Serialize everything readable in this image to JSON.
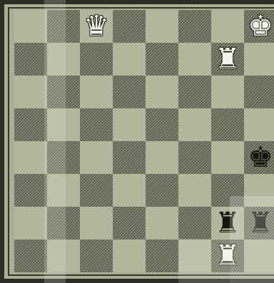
{
  "board": {
    "ranks": [
      [
        null,
        null,
        {
          "piece": "queen",
          "color": "white",
          "glyph": "♛"
        },
        null,
        null,
        null,
        null,
        {
          "piece": "king",
          "color": "white",
          "glyph": "♚"
        }
      ],
      [
        null,
        null,
        null,
        null,
        null,
        null,
        {
          "piece": "rook",
          "color": "white",
          "glyph": "♜"
        },
        null
      ],
      [
        null,
        null,
        null,
        null,
        null,
        null,
        null,
        null
      ],
      [
        null,
        null,
        null,
        null,
        null,
        null,
        null,
        null
      ],
      [
        null,
        null,
        null,
        null,
        null,
        null,
        null,
        {
          "piece": "king",
          "color": "black",
          "glyph": "♚"
        }
      ],
      [
        null,
        null,
        null,
        null,
        null,
        null,
        null,
        null
      ],
      [
        null,
        null,
        null,
        null,
        null,
        null,
        {
          "piece": "rook",
          "color": "black",
          "glyph": "♜"
        },
        {
          "piece": "rook",
          "color": "black",
          "glyph": "♜"
        }
      ],
      [
        null,
        null,
        null,
        null,
        null,
        null,
        {
          "piece": "rook",
          "color": "white",
          "glyph": "♜"
        },
        null
      ]
    ],
    "colors": {
      "light": "#b2b69d",
      "dark": "#7f8570",
      "frame": "#2a2e25"
    }
  }
}
